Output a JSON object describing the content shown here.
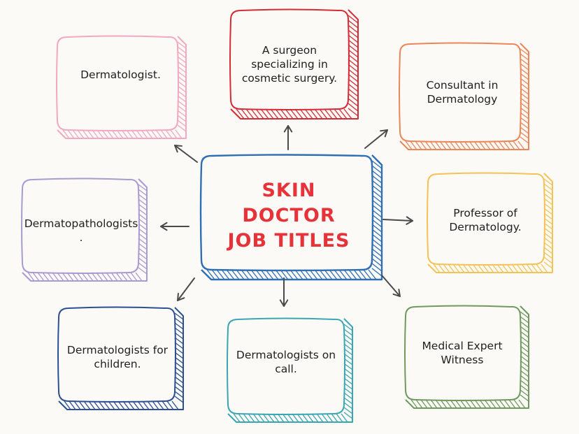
{
  "center": {
    "title": "SKIN\nDOCTOR\nJOB TITLES",
    "color": "#e8323a",
    "box_color": "#2f6fb3"
  },
  "nodes": [
    {
      "id": "dermatologist",
      "label": "Dermatologist.",
      "color": "#f2a8bf"
    },
    {
      "id": "cosmetic-surgeon",
      "label": "A surgeon\nspecializing in\ncosmetic surgery.",
      "color": "#d62b35"
    },
    {
      "id": "consultant",
      "label": "Consultant in\nDermatology",
      "color": "#ec8656"
    },
    {
      "id": "dermatopathologists",
      "label": "Dermatopathologists\n.",
      "color": "#a99ad0"
    },
    {
      "id": "professor",
      "label": "Professor of\nDermatology.",
      "color": "#f4c255"
    },
    {
      "id": "children",
      "label": "Dermatologists for\nchildren.",
      "color": "#2c4f94"
    },
    {
      "id": "on-call",
      "label": "Dermatologists on\ncall.",
      "color": "#3aa6b4"
    },
    {
      "id": "expert-witness",
      "label": "Medical Expert\nWitness",
      "color": "#6e9a5e"
    }
  ],
  "arrow_color": "#4a4a4a"
}
